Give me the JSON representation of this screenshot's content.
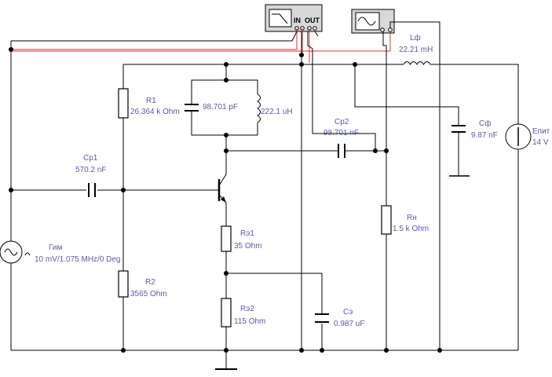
{
  "instruments": {
    "bode_plotter": {
      "in_label": "IN",
      "out_label": "OUT"
    },
    "oscilloscope": {}
  },
  "components": {
    "r1": {
      "name": "R1",
      "value": "26.364 k Ohm"
    },
    "c_tank": {
      "value": "98.701 pF"
    },
    "l_tank": {
      "value": "222.1 uH"
    },
    "cp1": {
      "name": "Cp1",
      "value": "570.2 nF"
    },
    "cp2": {
      "name": "Cp2",
      "value": "98.701 nF"
    },
    "lf": {
      "name": "Lф",
      "value": "22.21 mH"
    },
    "cf": {
      "name": "Cф",
      "value": "9.87 nF"
    },
    "epit": {
      "name": "Eпит",
      "value": "14 V"
    },
    "rn": {
      "name": "Rн",
      "value": "1.5 k Ohm"
    },
    "re1": {
      "name": "Rэ1",
      "value": "35  Ohm"
    },
    "re2": {
      "name": "Rэ2",
      "value": "115  Ohm"
    },
    "ce": {
      "name": "Cэ",
      "value": "0.987 uF"
    },
    "r2": {
      "name": "R2",
      "value": "3565  Ohm"
    },
    "gim": {
      "name": "Гим",
      "value": "10 mV/1.075 MHz/0 Deg"
    }
  }
}
